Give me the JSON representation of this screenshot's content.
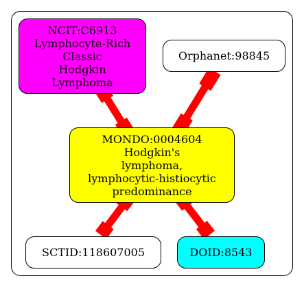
{
  "colors": {
    "edge": "#ff0000",
    "center_fill": "#ffff00",
    "ncit_fill": "#ff00ff",
    "doid_fill": "#00ffff",
    "plain_fill": "#ffffff",
    "border": "#000000"
  },
  "nodes": {
    "ncit": {
      "lines": [
        "NCIT:C6913",
        "Lymphocyte-Rich",
        "Classic",
        "Hodgkin",
        "Lymphoma"
      ]
    },
    "orphanet": {
      "lines": [
        "Orphanet:98845"
      ]
    },
    "mondo": {
      "lines": [
        "MONDO:0004604",
        "Hodgkin's",
        "lymphoma,",
        "lymphocytic-histiocytic",
        "predominance"
      ]
    },
    "sctid": {
      "lines": [
        "SCTID:118607005"
      ]
    },
    "doid": {
      "lines": [
        "DOID:8543"
      ]
    }
  },
  "edges": [
    {
      "from": "mondo",
      "to": "ncit"
    },
    {
      "from": "mondo",
      "to": "orphanet"
    },
    {
      "from": "mondo",
      "to": "sctid"
    },
    {
      "from": "mondo",
      "to": "doid"
    }
  ]
}
